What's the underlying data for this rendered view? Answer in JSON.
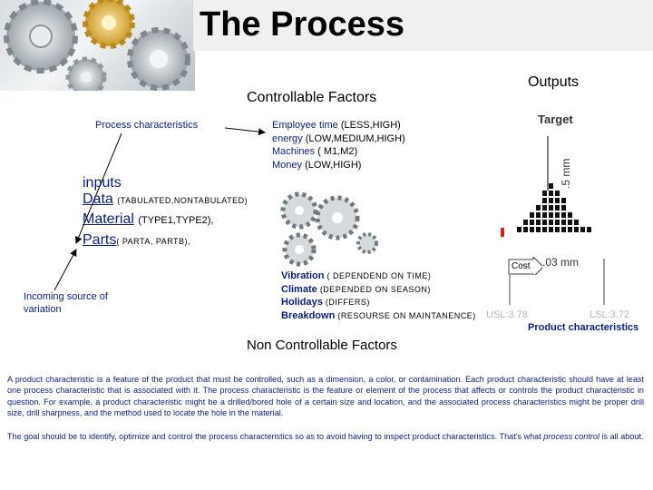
{
  "title": "The Process",
  "outputs": "Outputs",
  "controllable": "Controllable Factors",
  "target": "Target",
  "process_characteristics": "Process characteristics",
  "employee_lines": [
    {
      "k": "Employee time",
      "v": "(LESS,HIGH)"
    },
    {
      "k": "energy",
      "v": "(LOW,MEDIUM,HIGH)"
    },
    {
      "k": "Machines",
      "v": "( M1,M2)"
    },
    {
      "k": "Money",
      "v": "(LOW,HIGH)"
    }
  ],
  "inputs_label": "inputs",
  "inputs": {
    "data": "Data",
    "data_opts": "(TABULATED,NONTABULATED)",
    "material": "Material",
    "material_opts": "(TYPE1,TYPE2),",
    "parts": "Parts",
    "parts_opts": "( PARTA, PARTB),"
  },
  "incoming": "Incoming source of variation",
  "noise_lines": [
    {
      "k": "Vibration",
      "v": "( DEPENDEND ON TIME)"
    },
    {
      "k": "Climate",
      "v": "(DEPENDED ON SEASON)"
    },
    {
      "k": "Holidays",
      "v": "(DIFFERS)"
    },
    {
      "k": "Breakdown",
      "v": "(RESOURSE ON MAINTANENCE)"
    }
  ],
  "non_controllable": "Non Controllable Factors",
  "cost": "Cost",
  "dim_03": ".03 mm",
  "dim_05": ".5 mm",
  "usl": "USL:3.78",
  "lsl": "LSL:3.72",
  "product_characteristics": "Product characteristics",
  "paragraph1": "A product characteristic is a feature of the product that must be controlled, such as a dimension, a color, or contamination. Each product characteristic should have at least one process characteristic that is associated with it. The process characteristic is the feature or element of the process that affects or controls the product characteristic in question. For example, a product characteristic might be a drilled/bored hole of a certain size and location, and the associated process characteristics might be proper drill size, drill sharpness, and the method used to locate the hole in the material.",
  "paragraph2_a": "The goal should be to identify, optimize and control the process characteristics so as to avoid having to inspect product characteristics. That's what ",
  "paragraph2_em": "process control",
  "paragraph2_b": " is all about.",
  "histogram": {
    "counts": [
      1,
      2,
      3,
      4,
      6,
      7,
      6,
      5,
      3,
      2,
      1,
      1
    ],
    "outlier_color": "#cc2222",
    "bar_color": "#111111"
  }
}
